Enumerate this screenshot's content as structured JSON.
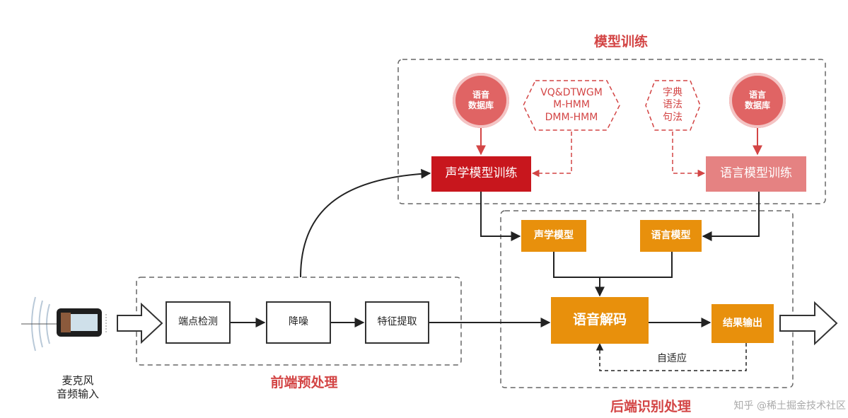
{
  "sections": {
    "model_training": "模型训练",
    "frontend": "前端预处理",
    "backend": "后端识别处理"
  },
  "databases": {
    "speech_db": [
      "语音",
      "数据库"
    ],
    "language_db": [
      "语言",
      "数据库"
    ]
  },
  "algorithms": {
    "acoustic": [
      "VQ&DTWGM",
      "M-HMM",
      "DMM-HMM"
    ],
    "language": [
      "字典",
      "语法",
      "句法"
    ]
  },
  "training_nodes": {
    "acoustic_training": "声学模型训练",
    "language_training": "语言模型训练"
  },
  "models": {
    "acoustic_model": "声学模型",
    "language_model": "语言模型"
  },
  "pipeline": {
    "endpoint_detection": "端点检测",
    "denoise": "降噪",
    "feature_extraction": "特征提取",
    "speech_decoding": "语音解码",
    "result_output": "结果输出",
    "adaptive": "自适应"
  },
  "microphone": [
    "麦克风",
    "音频输入"
  ],
  "watermark": "知乎 @稀土掘金技术社区",
  "colors": {
    "title_red": "#d34545",
    "dark_red": "#c8161d",
    "pink": "#e58282",
    "orange": "#e8900c",
    "circle_red": "#e06464"
  }
}
